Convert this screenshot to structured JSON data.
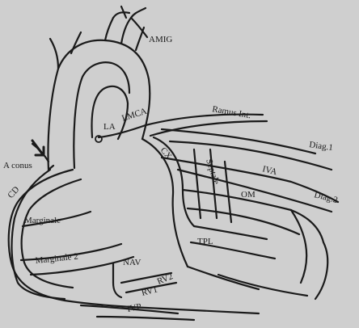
{
  "colors": {
    "background": "#cfcfcf",
    "ink": "#1a1a1a"
  },
  "labels": {
    "amig": "AMIG",
    "la": "LA",
    "lmca": "LMCA",
    "ramus_int": "Ramus Int.",
    "diag1": "Diag.1",
    "cx": "CX",
    "septale": "Septale",
    "iva": "IVA",
    "om": "OM",
    "diag2": "Diag.2",
    "a_conus": "A conus",
    "cd": "CD",
    "marginale": "Marginale",
    "marginale2": "Marginale 2",
    "tpl": "TPL",
    "nav": "NAV",
    "rv2": "RV2",
    "rv1": "RV1",
    "ivp": "IVP"
  }
}
